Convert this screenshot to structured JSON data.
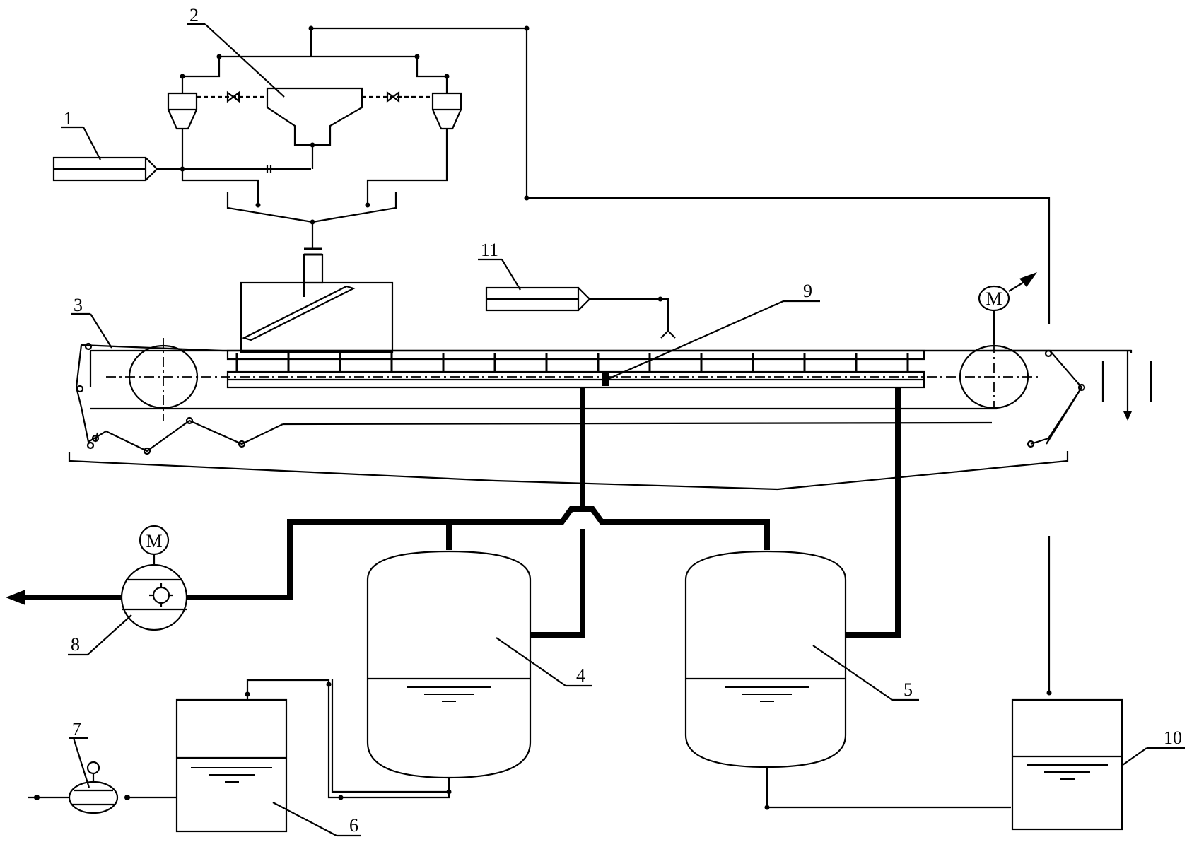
{
  "labels": {
    "n1": "1",
    "n2": "2",
    "n3": "3",
    "n4": "4",
    "n5": "5",
    "n6": "6",
    "n7": "7",
    "n8": "8",
    "n9": "9",
    "n10": "10",
    "n11": "11"
  },
  "motor_symbol": "M",
  "colors": {
    "line": "#000000",
    "background": "#ffffff"
  }
}
